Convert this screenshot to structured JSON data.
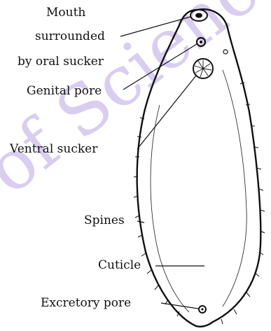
{
  "labels": {
    "mouth_line1": "Mouth",
    "mouth_line2": "surrounded",
    "mouth_line3": "by oral sucker",
    "genital_pore": "Genital pore",
    "ventral_sucker": "Ventral sucker",
    "spines": "Spines",
    "cuticle": "Cuticle",
    "excretory_pore": "Excretory pore"
  },
  "watermark": {
    "text": "of Science, m",
    "color": "#d9cdf0"
  },
  "colors": {
    "ink": "#111111",
    "background": "#ffffff"
  }
}
